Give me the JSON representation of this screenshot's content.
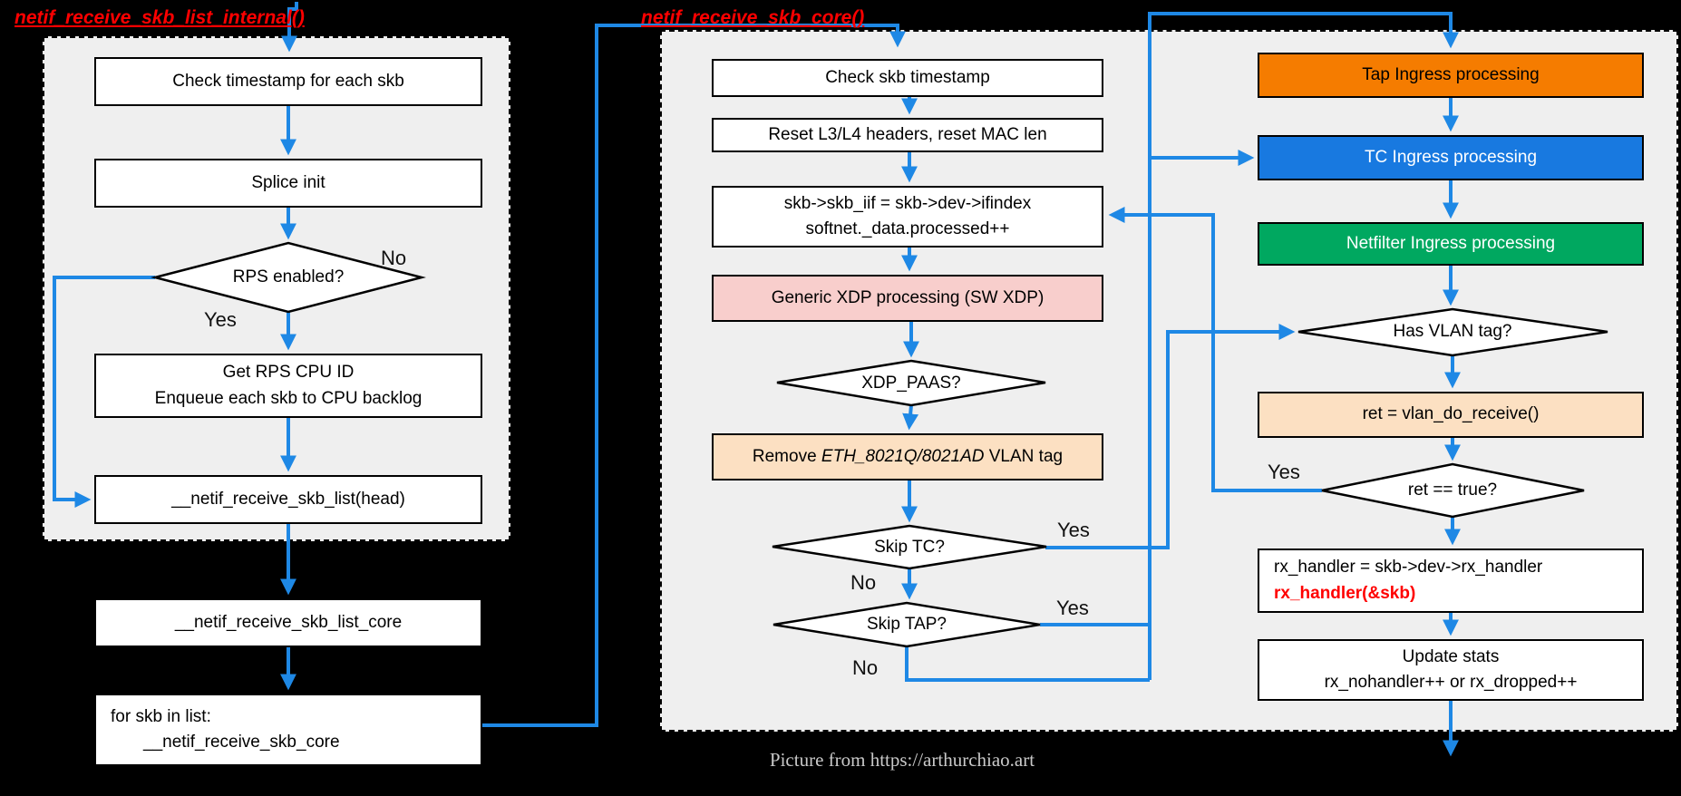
{
  "titles": {
    "left": "netif_receive_skb_list_internal()",
    "middle": "netif_receive_skb_core()"
  },
  "caption": "Picture from https://arthurchiao.art",
  "colors": {
    "connector_blue": "#1E88E5",
    "panel_bg": "#EFEFEF",
    "box_pink": "#F8CECC",
    "box_peach": "#FCE0C2",
    "tap_orange": "#F57C00",
    "tc_blue": "#1879E0",
    "netfilter_green": "#00A860",
    "alert_red": "#FF0000",
    "caption_gray": "#C9C9C9"
  },
  "left_flow": {
    "check_timestamp": "Check timestamp for each skb",
    "splice_init": "Splice init",
    "rps_enabled": "RPS enabled?",
    "get_rps": {
      "line1": "Get RPS CPU ID",
      "line2": "Enqueue each skb to CPU backlog"
    },
    "netif_receive_skb_list": "__netif_receive_skb_list(head)",
    "netif_receive_skb_list_core": "__netif_receive_skb_list_core",
    "for_loop": {
      "line1": "for skb in list:",
      "line2": "__netif_receive_skb_core"
    }
  },
  "middle_flow": {
    "check_skb_timestamp": "Check skb timestamp",
    "reset_headers": "Reset L3/L4 headers, reset MAC len",
    "skb_iif": {
      "line1": "skb->skb_iif = skb->dev->ifindex",
      "line2": "softnet._data.processed++"
    },
    "generic_xdp": "Generic XDP processing (SW XDP)",
    "xdp_pass": "XDP_PAAS?",
    "remove_vlan": {
      "prefix": "Remove ",
      "code": "ETH_8021Q/8021AD",
      "suffix": " VLAN tag"
    },
    "skip_tc": "Skip TC?",
    "skip_tap": "Skip TAP?"
  },
  "right_flow": {
    "tap_ingress": "Tap Ingress processing",
    "tc_ingress": "TC Ingress processing",
    "netfilter_ingress": "Netfilter Ingress processing",
    "has_vlan": "Has VLAN tag?",
    "vlan_do_receive": "ret = vlan_do_receive()",
    "ret_true": "ret == true?",
    "rx_handler": {
      "line1": "rx_handler = skb->dev->rx_handler",
      "line2": "rx_handler(&skb)"
    },
    "update_stats": {
      "line1": "Update stats",
      "line2": "rx_nohandler++ or rx_dropped++"
    }
  },
  "branch_labels": {
    "rps_no": "No",
    "rps_yes": "Yes",
    "skip_tc_yes": "Yes",
    "skip_tc_no": "No",
    "skip_tap_yes": "Yes",
    "skip_tap_no": "No",
    "ret_yes": "Yes"
  }
}
